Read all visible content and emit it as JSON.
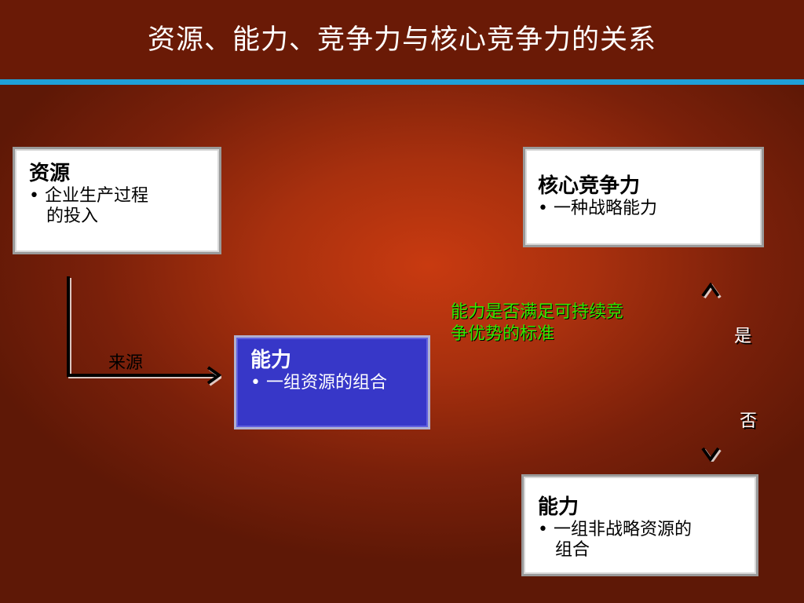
{
  "title": "资源、能力、竞争力与核心竞争力的关系",
  "boxes": {
    "resources": {
      "heading": "资源",
      "items": [
        "• 企业生产过程",
        "的投入"
      ]
    },
    "core": {
      "heading": "核心竞争力",
      "items": [
        "• 一种战略能力"
      ]
    },
    "capability": {
      "heading": "能力",
      "items": [
        "• 一组资源的组合"
      ]
    },
    "non_strategic": {
      "heading": "能力",
      "items": [
        "• 一组非战略资源的",
        "组合"
      ]
    }
  },
  "labels": {
    "source": "来源",
    "criterion": [
      "能力是否满足可持续竞",
      "争优势的标准"
    ],
    "yes": "是",
    "no": "否"
  },
  "colors": {
    "title_background": "#6a1a06",
    "rule": "#1fa0d8",
    "background_center": "#c83a10",
    "capability_box": "#3737c8",
    "criterion_text": "#33e600"
  }
}
